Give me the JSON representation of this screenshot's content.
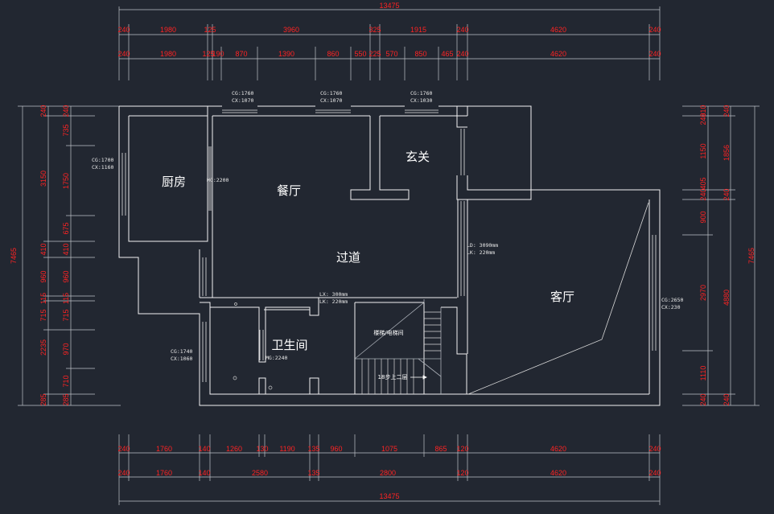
{
  "dims": {
    "top_total": "13475",
    "top_row1": [
      "240",
      "1980",
      "125",
      "3960",
      "325",
      "1915",
      "240",
      "4620",
      "240"
    ],
    "top_row2": [
      "240",
      "1980",
      "125",
      "190",
      "870",
      "1390",
      "860",
      "550",
      "225",
      "570",
      "850",
      "465",
      "240",
      "4620",
      "240"
    ],
    "bottom_row1": [
      "240",
      "1760",
      "140",
      "1260",
      "130",
      "1190",
      "135",
      "960",
      "1075",
      "865",
      "120",
      "4620",
      "240"
    ],
    "bottom_row2": [
      "240",
      "1760",
      "140",
      "2580",
      "135",
      "2800",
      "120",
      "4620",
      "240"
    ],
    "bottom_total": "13475",
    "left_total": "7465",
    "left_outer": [
      "240",
      "3150",
      "410",
      "960",
      "115",
      "715",
      "2235",
      "285"
    ],
    "left_inner": [
      "240",
      "735",
      "1750",
      "675",
      "410",
      "960",
      "115",
      "715",
      "970",
      "710",
      "285"
    ],
    "right_total": "7465",
    "right_outer": [
      "240",
      "1856",
      "240",
      "4880",
      "240"
    ],
    "right_inner": [
      "310",
      "240",
      "1150",
      "405",
      "240",
      "900",
      "2970",
      "1110",
      "240"
    ]
  },
  "rooms": {
    "kitchen": "厨房",
    "dining": "餐厅",
    "foyer": "玄关",
    "corridor": "过道",
    "living": "客厅",
    "bathroom": "卫生间",
    "stair": "楼梯/电梯间",
    "stair_note": "18步上二层"
  },
  "notes": {
    "win1_cg": "CG:1760",
    "win1_cx": "CX:1070",
    "win2_cg": "CG:1760",
    "win2_cx": "CX:1070",
    "win3_cg": "CG:1760",
    "win3_cx": "CX:1030",
    "kitchen_win_cg": "CG:1700",
    "kitchen_win_cx": "CX:1160",
    "mg_kitchen": "MG:2200",
    "ld": "LD: 3090mm",
    "lk": "LK: 220mm",
    "lx": "LX: 300mm",
    "lk2": "LK: 220mm",
    "living_win_cg": "CG:2650",
    "living_win_cx": "CX:230",
    "bath_win_cg": "CG:1740",
    "bath_win_cx": "CX:1060",
    "mg_bath": "MG:2240"
  }
}
